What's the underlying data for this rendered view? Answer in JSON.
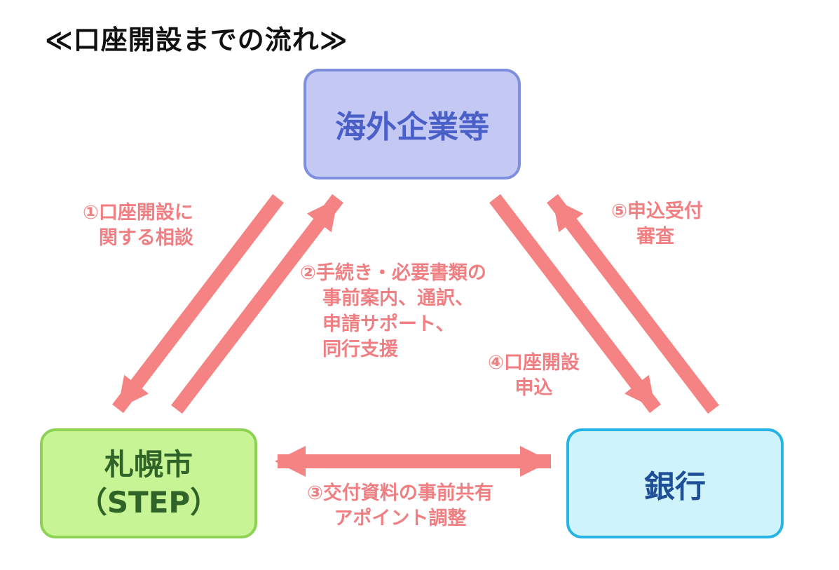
{
  "title": "≪口座開設までの流れ≫",
  "colors": {
    "arrow": "#f58383",
    "label": "#ef7f82",
    "overseas_fill": "#c3c9f3",
    "overseas_border": "#7f8fdd",
    "overseas_text": "#4a5fc8",
    "sapporo_fill": "#c7f596",
    "sapporo_border": "#8ed254",
    "sapporo_text": "#2f6327",
    "bank_fill": "#cff3fa",
    "bank_border": "#25b4e3",
    "bank_text": "#1f4f97"
  },
  "nodes": {
    "overseas": "海外企業等",
    "sapporo": [
      "札幌市",
      "（STEP）"
    ],
    "bank": "銀行"
  },
  "steps": {
    "s1": [
      "①口座開設に",
      "関する相談"
    ],
    "s2": [
      "②手続き・必要書類の",
      "事前案内、通訳、",
      "申請サポート、",
      "同行支援"
    ],
    "s3": [
      "③交付資料の事前共有",
      "アポイント調整"
    ],
    "s4": [
      "④口座開設",
      "申込"
    ],
    "s5": [
      "⑤申込受付",
      "審査"
    ]
  }
}
